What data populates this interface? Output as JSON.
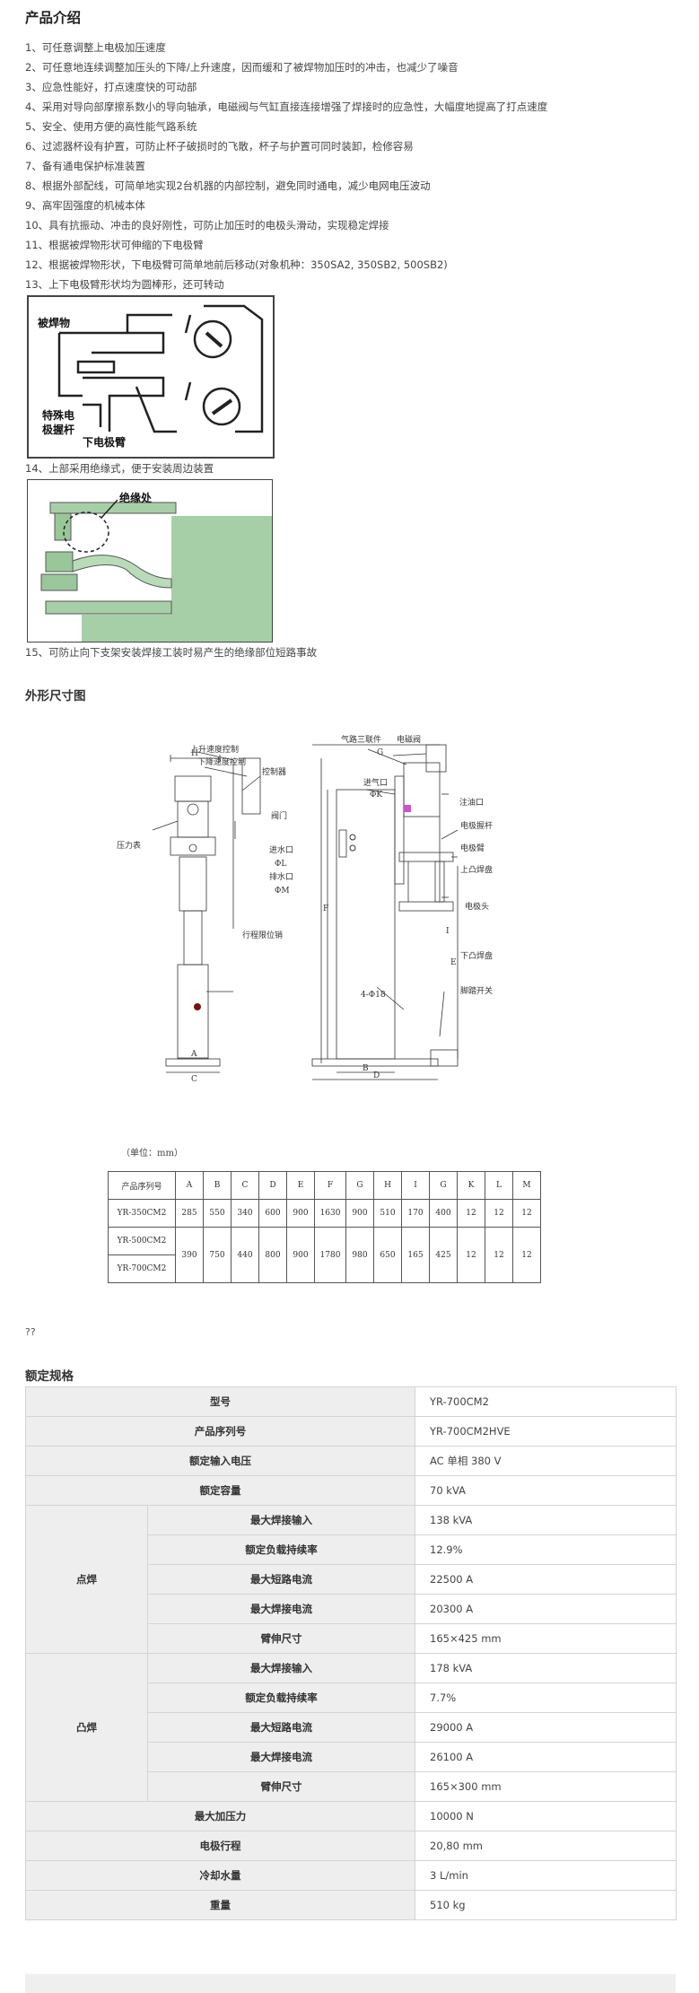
{
  "intro": {
    "title": "产品介绍",
    "features": [
      "1、可任意调整上电极加压速度",
      "2、可任意地连续调整加压头的下降/上升速度，因而缓和了被焊物加压时的冲击，也减少了噪音",
      "3、应急性能好，打点速度快的可动部",
      "4、采用对导向部摩擦系数小的导向轴承，电磁阀与气缸直接连接增强了焊接时的应急性，大幅度地提高了打点速度",
      "5、安全、使用方便的高性能气路系统",
      "6、过滤器杯设有护置，可防止杯子破损时的飞散，杯子与护置可同时装卸，检修容易",
      "7、备有通电保护标准装置",
      "8、根据外部配线，可简单地实现2台机器的内部控制，避免同时通电，减少电网电压波动",
      "9、高牢固强度的机械本体",
      "10、具有抗振动、冲击的良好刚性，可防止加压时的电极头滑动，实现稳定焊接",
      "11、根据被焊物形状可伸缩的下电极臂",
      "12、根据被焊物形状，下电极臂可简单地前后移动(对象机种：350SA2, 350SB2, 500SB2)",
      "13、上下电极臂形状均为圆棒形，还可转动"
    ],
    "figure1": {
      "label_workpiece": "被焊物",
      "label_special": "特殊电",
      "label_special2": "极握杆",
      "label_lower_arm": "下电极臂"
    },
    "caption14": "14、上部采用绝缘式，便于安装周边装置",
    "figure2": {
      "label_insulation": "绝缘处"
    },
    "caption15": "15、可防止向下支架安装焊接工装时易产生的绝缘部位短路事故"
  },
  "outline": {
    "title": "外形尺寸图",
    "labels": {
      "up_speed": "上升速度控制",
      "down_speed": "下降速度控制",
      "controller": "控制器",
      "valve": "阀门",
      "pressure_gauge": "压力表",
      "water_in": "进水口",
      "phi_l": "ΦL",
      "water_out": "排水口",
      "phi_m": "ΦM",
      "stroke_pin": "行程限位销",
      "air_triple": "气路三联件",
      "solenoid": "电磁阀",
      "air_in": "进气口",
      "phi_k": "ΦK",
      "oil_in": "注油口",
      "electrode_holder": "电极握杆",
      "electrode_arm": "电极臂",
      "upper_plate": "上凸焊盘",
      "electrode_tip": "电极头",
      "lower_plate": "下凸焊盘",
      "foot_switch": "脚踏开关",
      "holes": "4-Φ18",
      "H": "H",
      "A": "A",
      "C": "C",
      "G": "G",
      "B": "B",
      "D": "D",
      "E": "E",
      "F": "F",
      "I": "I"
    }
  },
  "dimensions": {
    "unit": "（单位：mm）",
    "headers": [
      "产品序列号",
      "A",
      "B",
      "C",
      "D",
      "E",
      "F",
      "G",
      "H",
      "I",
      "G",
      "K",
      "L",
      "M"
    ],
    "rows": [
      [
        "YR-350CM2",
        "285",
        "550",
        "340",
        "600",
        "900",
        "1630",
        "900",
        "510",
        "170",
        "400",
        "12",
        "12",
        "12"
      ]
    ],
    "merged_models": [
      "YR-500CM2",
      "YR-700CM2"
    ],
    "merged_values": [
      "390",
      "750",
      "440",
      "800",
      "900",
      "1780",
      "980",
      "650",
      "165",
      "425",
      "12",
      "12",
      "12"
    ]
  },
  "stray": "??",
  "spec": {
    "title": "额定规格",
    "rows": [
      {
        "label": "型号",
        "value": "YR-700CM2"
      },
      {
        "label": "产品序列号",
        "value": "YR-700CM2HVE"
      },
      {
        "label": "额定输入电压",
        "value": "AC 单相 380 V"
      },
      {
        "label": "额定容量",
        "value": "70 kVA"
      }
    ],
    "spot": {
      "group": "点焊",
      "rows": [
        {
          "label": "最大焊接输入",
          "value": "138 kVA"
        },
        {
          "label": "额定负载持续率",
          "value": "12.9%"
        },
        {
          "label": "最大短路电流",
          "value": "22500 A"
        },
        {
          "label": "最大焊接电流",
          "value": "20300 A"
        },
        {
          "label": "臂伸尺寸",
          "value": "165×425 mm"
        }
      ]
    },
    "projection": {
      "group": "凸焊",
      "rows": [
        {
          "label": "最大焊接输入",
          "value": "178 kVA"
        },
        {
          "label": "额定负载持续率",
          "value": "7.7%"
        },
        {
          "label": "最大短路电流",
          "value": "29000 A"
        },
        {
          "label": "最大焊接电流",
          "value": "26100 A"
        },
        {
          "label": "臂伸尺寸",
          "value": "165×300 mm"
        }
      ]
    },
    "tail": [
      {
        "label": "最大加压力",
        "value": "10000 N"
      },
      {
        "label": "电极行程",
        "value": "20,80 mm"
      },
      {
        "label": "冷却水量",
        "value": "3 L/min"
      },
      {
        "label": "重量",
        "value": "510 kg"
      }
    ]
  }
}
